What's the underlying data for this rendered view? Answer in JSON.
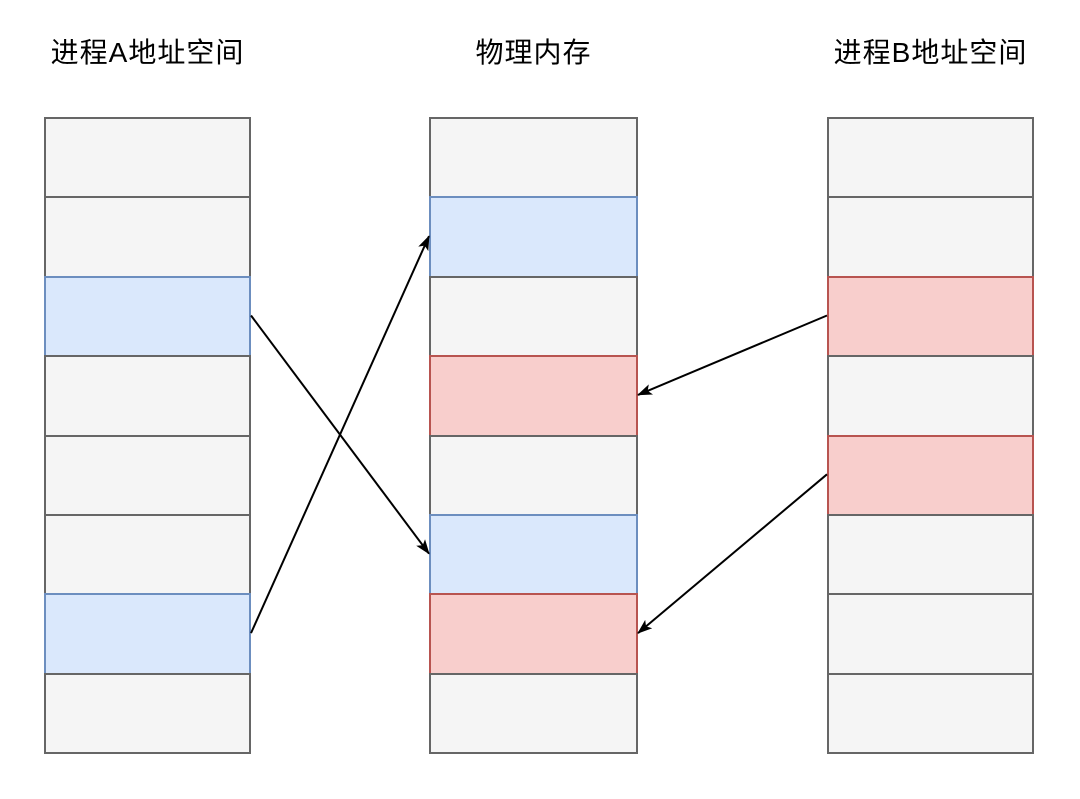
{
  "diagram": {
    "columns": [
      {
        "id": "process-a-address-space",
        "title": "进程A地址空间",
        "blocks": [
          "free",
          "free",
          "mapped-a",
          "free",
          "free",
          "free",
          "mapped-a",
          "free"
        ]
      },
      {
        "id": "physical-memory",
        "title": "物理内存",
        "blocks": [
          "free",
          "mapped-a",
          "free",
          "mapped-b",
          "free",
          "mapped-a",
          "mapped-b",
          "free"
        ]
      },
      {
        "id": "process-b-address-space",
        "title": "进程B地址空间",
        "blocks": [
          "free",
          "free",
          "mapped-b",
          "free",
          "mapped-b",
          "free",
          "free",
          "free"
        ]
      }
    ],
    "block_styles": {
      "free": {
        "fill": "#f5f5f5",
        "border": "#666666"
      },
      "mapped-a": {
        "fill": "#dae8fc",
        "border": "#6c8ebf"
      },
      "mapped-b": {
        "fill": "#f8cecc",
        "border": "#b85450"
      }
    },
    "arrows": [
      {
        "from_column": 0,
        "from_block": 2,
        "from_side": "right",
        "to_column": 1,
        "to_block": 5,
        "to_side": "left"
      },
      {
        "from_column": 0,
        "from_block": 6,
        "from_side": "right",
        "to_column": 1,
        "to_block": 1,
        "to_side": "left"
      },
      {
        "from_column": 2,
        "from_block": 2,
        "from_side": "left",
        "to_column": 1,
        "to_block": 3,
        "to_side": "right"
      },
      {
        "from_column": 2,
        "from_block": 4,
        "from_side": "left",
        "to_column": 1,
        "to_block": 6,
        "to_side": "right"
      }
    ],
    "arrow_color": "#000000"
  }
}
